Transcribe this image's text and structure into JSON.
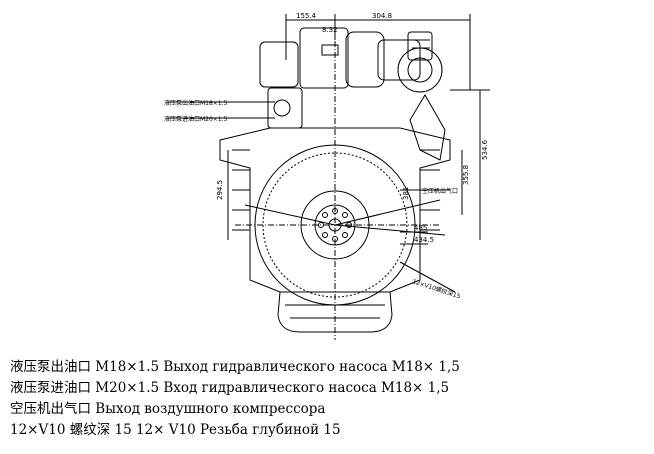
{
  "dimensions": {
    "d1": "155.4",
    "d2": "304.8",
    "d3": "8.32",
    "d4": "534.6",
    "d5": "355.8",
    "d6": "294.5",
    "d7": "381",
    "d8": "485",
    "d9": "434.5"
  },
  "drawing_labels": {
    "oil_out": "液压泵出油口M18×1.5",
    "oil_in": "液压泵进油口M20×1.5",
    "air_out": "空压机出气口",
    "thread": "12×V10螺纹深15"
  },
  "legend": [
    "液压泵出油口  M18×1.5 Выход гидравлического насоса M18× 1,5",
    "液压泵进油口  M20×1.5 Вход гидравлического насоса M18× 1,5",
    "空压机出气口  Выход воздушного компрессора",
    "12×V10 螺纹深 15    12× V10 Резьба глубиной 15"
  ]
}
